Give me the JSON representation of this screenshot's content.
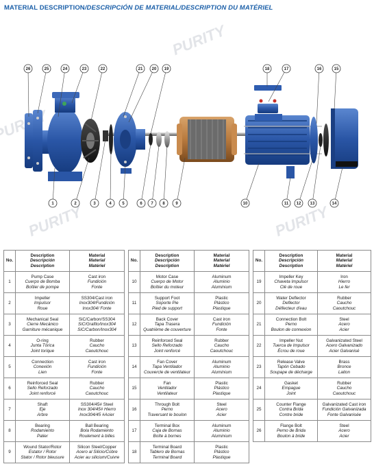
{
  "header": {
    "en": "MATERIAL DESCRIPTION",
    "es": "/DESCRIPCIÓN DE MATERIAL",
    "fr": "/DESCRIPTION DU MATÉRIEL"
  },
  "watermark": "PURITY",
  "colors": {
    "header_blue": "#1b5fa8",
    "pump_blue": "#2a56a6",
    "impeller_black": "#1b1b1b",
    "motor_copper": "#b87a3e",
    "bolt_red": "#c8302a"
  },
  "callouts_top": [
    "26",
    "25",
    "24",
    "23",
    "22",
    "21",
    "20",
    "19",
    "18",
    "17",
    "16",
    "15"
  ],
  "callouts_bottom": [
    "1",
    "2",
    "3",
    "4",
    "5",
    "6",
    "7",
    "8",
    "9",
    "10",
    "11",
    "12",
    "13",
    "14"
  ],
  "table_headers": {
    "no": "No.",
    "description": [
      "Description",
      "Descripción",
      "Description"
    ],
    "material": [
      "Material",
      "Material",
      "Matériel"
    ]
  },
  "parts": [
    {
      "no": "1",
      "desc": [
        "Pump Case",
        "Cuerpo de Bomba",
        "Boîtier de pompe"
      ],
      "mat": [
        "Cast iron",
        "Fundición",
        "Fonte"
      ]
    },
    {
      "no": "2",
      "desc": [
        "Impeller",
        "Impulsor",
        "Roue"
      ],
      "mat": [
        "SS304/Cast iron",
        "Inox304/Fundición",
        "Inox304/ Fonte"
      ]
    },
    {
      "no": "3",
      "desc": [
        "Mechanical Seal",
        "Cierre Mecánico",
        "Garniture mécanique"
      ],
      "mat": [
        "SiC/Carbon/SS304",
        "SiC/Grafito/Inox304",
        "SiC/Carbon/Inox304"
      ]
    },
    {
      "no": "4",
      "desc": [
        "O-ring",
        "Junta Tórica",
        "Joint torique"
      ],
      "mat": [
        "Rubber",
        "Caucho",
        "Caoutchouc"
      ]
    },
    {
      "no": "5",
      "desc": [
        "Connection",
        "Conexión",
        "Lien"
      ],
      "mat": [
        "Cast iron",
        "Fundición",
        "Fonte"
      ]
    },
    {
      "no": "6",
      "desc": [
        "Reinforced Seal",
        "Sello Reforzado",
        "Joint renforcé"
      ],
      "mat": [
        "Rubber",
        "Caucho",
        "Caoutchouc"
      ]
    },
    {
      "no": "7",
      "desc": [
        "Shaft",
        "Eje",
        "Arbre"
      ],
      "mat": [
        "SS304/45# Steel",
        "Inox 304/45# Hierro",
        "Inox304/45 #Acier"
      ]
    },
    {
      "no": "8",
      "desc": [
        "Bearing",
        "Rodamiento",
        "Palier"
      ],
      "mat": [
        "Ball Bearing",
        "Bola Rodamiento",
        "Roulement à billes"
      ]
    },
    {
      "no": "9",
      "desc": [
        "Wound Stator/Rotor",
        "Estator / Rotor",
        "Stator / Rotor bleusure"
      ],
      "mat": [
        "Silicon Steel/Copper",
        "Acero al Silicio/Cobre",
        "Acier au silicium/Cuivre"
      ]
    },
    {
      "no": "10",
      "desc": [
        "Motor Case",
        "Cuerpo de Motor",
        "Boîtier du moteur"
      ],
      "mat": [
        "Aluminum",
        "Aluminio",
        "Aluminium"
      ]
    },
    {
      "no": "11",
      "desc": [
        "Support Foot",
        "Soporte Pie",
        "Pied de support"
      ],
      "mat": [
        "Plastic",
        "Plástico",
        "Plastique"
      ]
    },
    {
      "no": "12",
      "desc": [
        "Back Cover",
        "Tapa Trasera",
        "Quatrième de couverture"
      ],
      "mat": [
        "Cast iron",
        "Fundición",
        "Fonte"
      ]
    },
    {
      "no": "13",
      "desc": [
        "Reinforced Seal",
        "Sello Reforzado",
        "Joint renforcé"
      ],
      "mat": [
        "Rubber",
        "Caucho",
        "Caoutchouc"
      ]
    },
    {
      "no": "14",
      "desc": [
        "Fan Cover",
        "Tapa Ventilador",
        "Couvercle de ventilateur"
      ],
      "mat": [
        "Aluminum",
        "Aluminio",
        "Aluminium"
      ]
    },
    {
      "no": "15",
      "desc": [
        "Fan",
        "Ventilador",
        "Ventilateur"
      ],
      "mat": [
        "Plastic",
        "Plástico",
        "Plastique"
      ]
    },
    {
      "no": "16",
      "desc": [
        "Through Bolt",
        "Perno",
        "Traversant le boulon"
      ],
      "mat": [
        "Steel",
        "Acero",
        "Acier"
      ]
    },
    {
      "no": "17",
      "desc": [
        "Terminal Box",
        "Caja de Bornas",
        "Boîte à bornes"
      ],
      "mat": [
        "Aluminum",
        "Aluminio",
        "Aluminium"
      ]
    },
    {
      "no": "18",
      "desc": [
        "Terminal Board",
        "Tablero de Bornas",
        "Terminal Board"
      ],
      "mat": [
        "Plastic",
        "Plástico",
        "Plastique"
      ]
    },
    {
      "no": "19",
      "desc": [
        "Impeller Key",
        "Chaveta Impulsor",
        "Clé de roue"
      ],
      "mat": [
        "Iron",
        "Hierro",
        "Le fer"
      ]
    },
    {
      "no": "20",
      "desc": [
        "Water Deflector",
        "Deflector",
        "Déflecteur d'eau"
      ],
      "mat": [
        "Rubber",
        "Caucho",
        "Caoutchouc"
      ]
    },
    {
      "no": "21",
      "desc": [
        "Connection Bolt",
        "Perno",
        "Boulon de connexion"
      ],
      "mat": [
        "Steel",
        "Acero",
        "Acier"
      ]
    },
    {
      "no": "22",
      "desc": [
        "Impeller Nut",
        "Tuerca de Impulsor",
        "Écrou de roue"
      ],
      "mat": [
        "Galvanizated Steel",
        "Acero Galvanizado",
        "Acier Galvanisé"
      ]
    },
    {
      "no": "23",
      "desc": [
        "Release Valve",
        "Tapón Cebado",
        "Soupape de décharge"
      ],
      "mat": [
        "Brass",
        "Bronce",
        "Laiton"
      ]
    },
    {
      "no": "24",
      "desc": [
        "Gasket",
        "Empague",
        "Joint"
      ],
      "mat": [
        "Rubber",
        "Caucho",
        "Caoutchouc"
      ]
    },
    {
      "no": "25",
      "desc": [
        "Counter Flange",
        "Contra Brida",
        "Contre bride"
      ],
      "mat": [
        "Galvanizated Cast iron",
        "Fundición Galvanizada",
        "Fonte Galvanisée"
      ]
    },
    {
      "no": "26",
      "desc": [
        "Flange Bolt",
        "Perno de Brida",
        "Boulon à bride"
      ],
      "mat": [
        "Steel",
        "Acero",
        "Acier"
      ]
    }
  ]
}
